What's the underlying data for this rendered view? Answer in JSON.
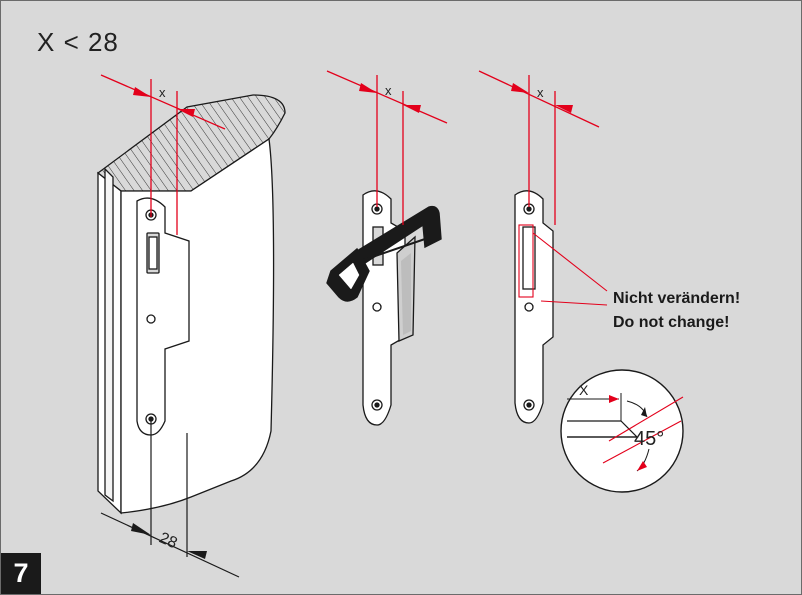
{
  "figure": {
    "condition": "X < 28",
    "step_number": "7",
    "dimension_label": "x",
    "width_label": "28",
    "detail_label": "X",
    "angle_label": "45°",
    "note_de": "Nicht verändern!",
    "note_en": "Do not change!"
  },
  "colors": {
    "background": "#d9d9d9",
    "red": "#e3001b",
    "line": "#1a1a1a"
  }
}
